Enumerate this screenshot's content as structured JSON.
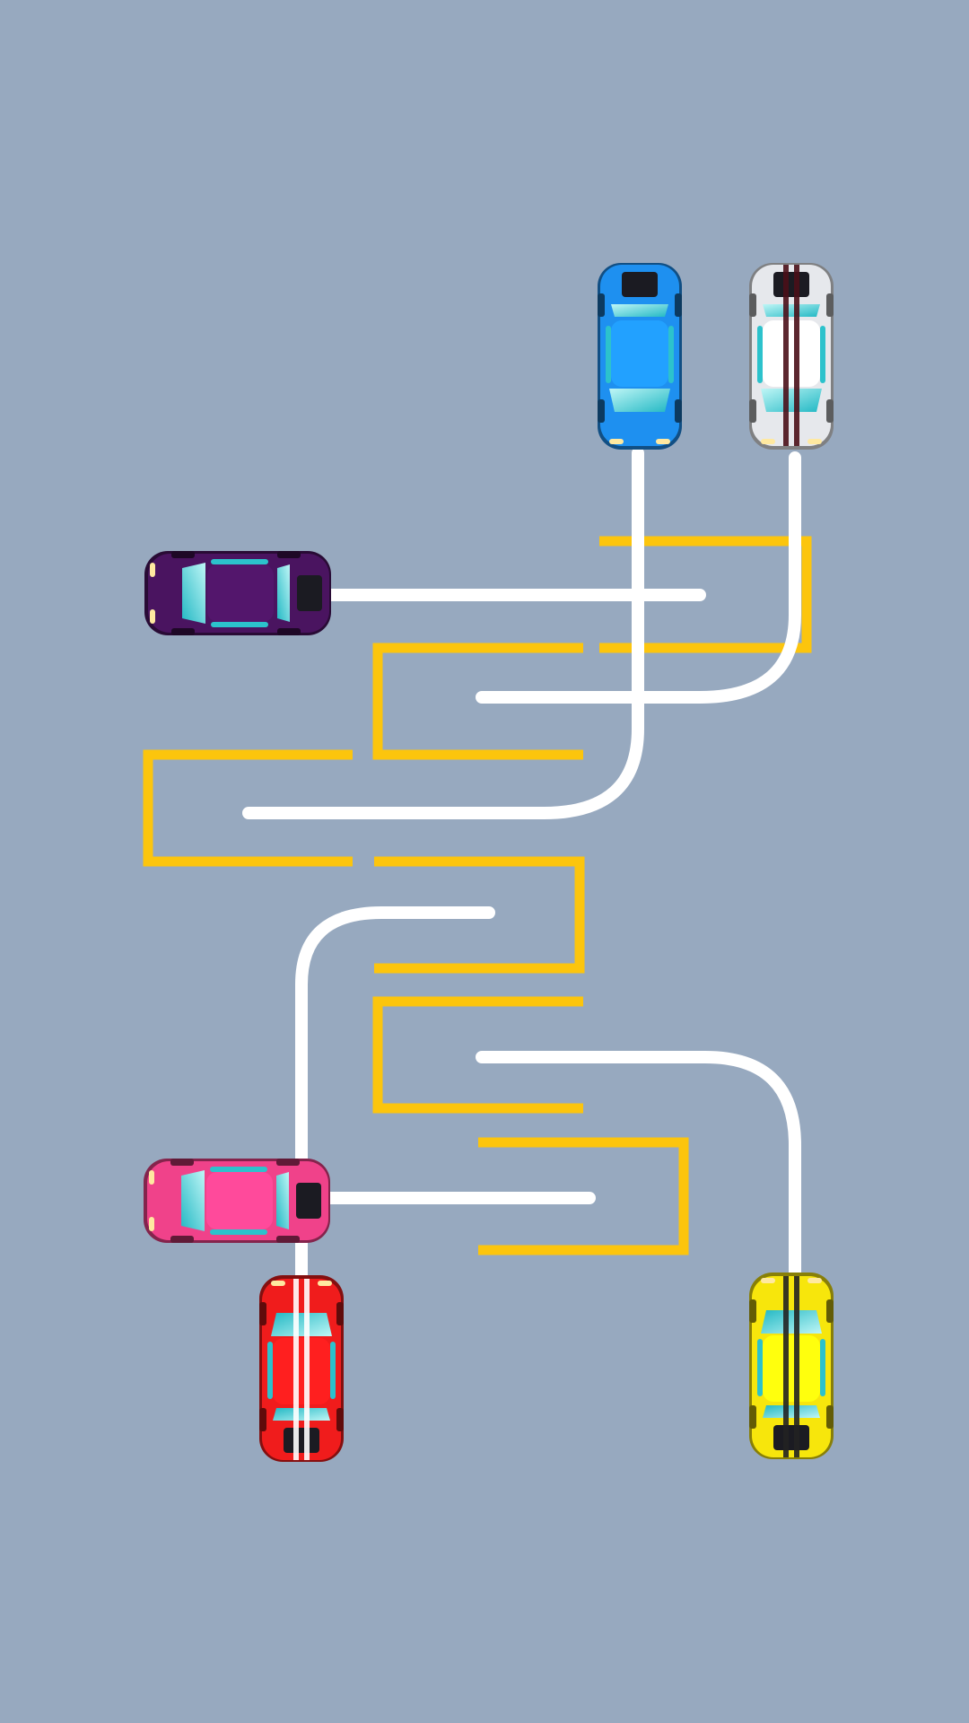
{
  "game": {
    "background": "#97a9bf",
    "slot_color": "#fcc50d",
    "path_color": "#ffffff"
  },
  "cars": [
    {
      "id": "blue",
      "color": "#1e90f0",
      "facing": "down"
    },
    {
      "id": "white",
      "color": "#e6e8ec",
      "facing": "down",
      "stripe": "#4a0f18"
    },
    {
      "id": "purple",
      "color": "#4a1460",
      "facing": "right"
    },
    {
      "id": "pink",
      "color": "#f0428a",
      "facing": "right"
    },
    {
      "id": "red",
      "color": "#f01c1c",
      "facing": "up",
      "stripe": "#ffffff"
    },
    {
      "id": "yellow",
      "color": "#f7e60c",
      "facing": "up",
      "stripe": "#222222"
    }
  ],
  "parking_slots": [
    {
      "id": "slot-top-right",
      "opens": "left"
    },
    {
      "id": "slot-upper-middle",
      "opens": "right"
    },
    {
      "id": "slot-left",
      "opens": "right"
    },
    {
      "id": "slot-middle",
      "opens": "left"
    },
    {
      "id": "slot-lower-middle",
      "opens": "right"
    },
    {
      "id": "slot-bottom",
      "opens": "left"
    }
  ]
}
